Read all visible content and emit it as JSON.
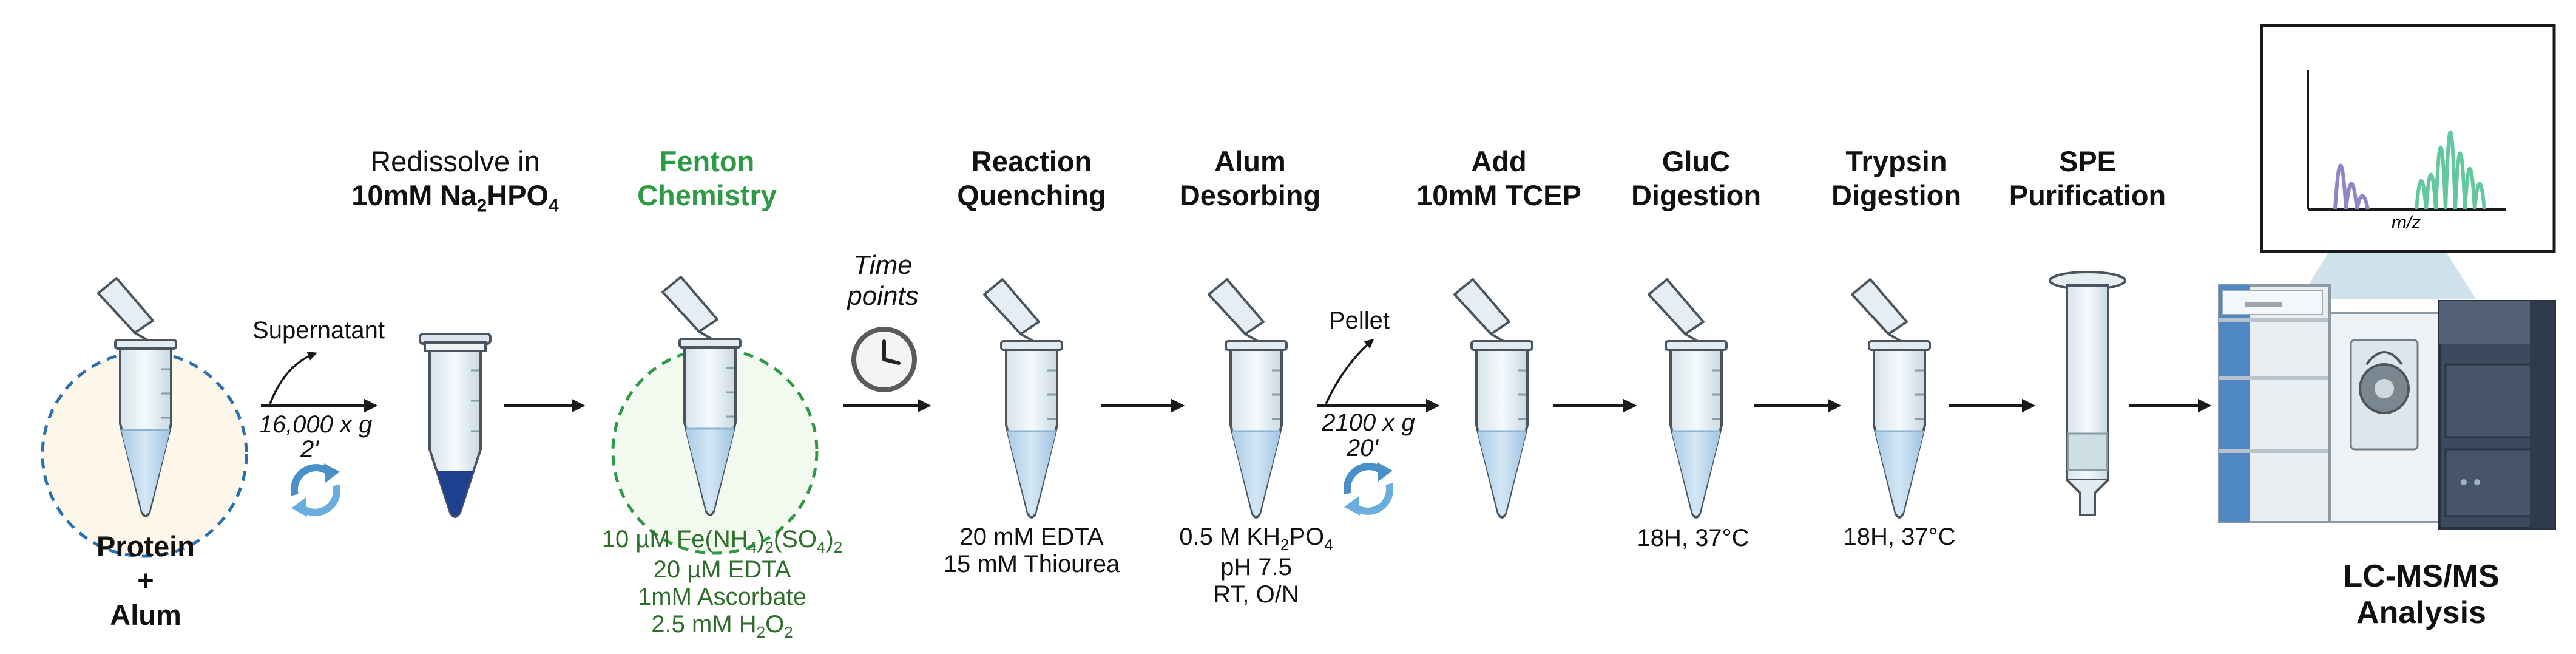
{
  "steps": {
    "protein_alum": {
      "line1": "Protein",
      "line2": "+",
      "line3": "Alum"
    },
    "redissolve": {
      "line1": "Redissolve in",
      "line2_prefix": "10mM Na",
      "line2_sub": "2",
      "line2_mid": "HPO",
      "line2_sub2": "4"
    },
    "fenton": {
      "line1": "Fenton",
      "line2": "Chemistry",
      "reagents": {
        "r1_a": "10 µM Fe(NH",
        "r1_s1": "4",
        "r1_b": ")",
        "r1_s2": "2",
        "r1_c": "(SO",
        "r1_s3": "4",
        "r1_d": ")",
        "r1_s4": "2",
        "r2": "20 µM EDTA",
        "r3": "1mM Ascorbate",
        "r4_a": "2.5 mM H",
        "r4_s1": "2",
        "r4_b": "O",
        "r4_s2": "2"
      }
    },
    "quench": {
      "line1": "Reaction",
      "line2": "Quenching",
      "note1": "20 mM EDTA",
      "note2": "15 mM Thiourea"
    },
    "desorb": {
      "line1": "Alum",
      "line2": "Desorbing",
      "note1_a": "0.5 M KH",
      "note1_s1": "2",
      "note1_b": "PO",
      "note1_s2": "4",
      "note2": "pH 7.5",
      "note3": "RT, O/N"
    },
    "tcep": {
      "line1": "Add",
      "line2": "10mM TCEP"
    },
    "gluc": {
      "line1": "GluC",
      "line2": "Digestion",
      "note": "18H, 37°C"
    },
    "trypsin": {
      "line1": "Trypsin",
      "line2": "Digestion",
      "note": "18H, 37°C"
    },
    "spe": {
      "line1": "SPE",
      "line2": "Purification"
    },
    "lcms": {
      "line1": "LC-MS/MS",
      "line2": "Analysis"
    }
  },
  "centrifuge1": {
    "supernatant": "Supernatant",
    "speed": "16,000 x g",
    "time": "2'"
  },
  "timepoints": {
    "line1": "Time",
    "line2": "points"
  },
  "centrifuge2": {
    "pellet": "Pellet",
    "speed": "2100 x g",
    "time": "20'"
  },
  "spectrum": {
    "xlabel": "m/z"
  },
  "colors": {
    "fenton_green": "#2e9a45",
    "tube_liquid": "#b9d6ec",
    "pellet": "#1f3f8f",
    "dashed_blue": "#2a6fb0",
    "spectrum_purple": "#8f86c6",
    "spectrum_green": "#63c7a0"
  }
}
